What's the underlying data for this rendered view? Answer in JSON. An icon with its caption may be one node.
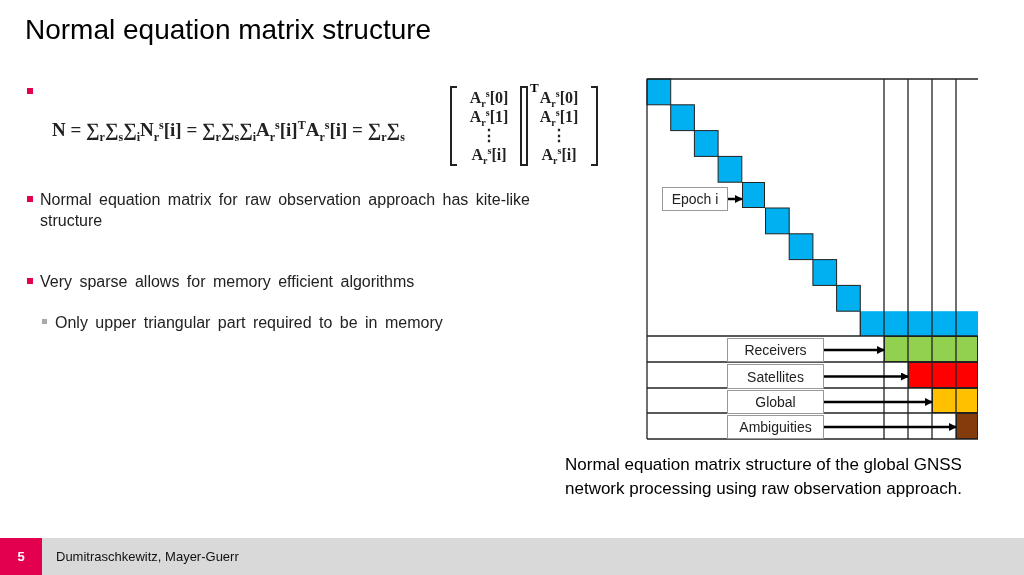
{
  "diagram": {
    "title": "Normal equation matrix structure",
    "caption": "Normal equation matrix structure of the global GNSS network processing using raw observation approach.",
    "nodes": [
      {
        "text": [
          "Epoch i"
        ]
      },
      {
        "text": [
          "Receivers"
        ]
      },
      {
        "text": [
          "Satellites"
        ]
      },
      {
        "text": [
          "Global"
        ]
      },
      {
        "text": [
          "Ambiguities"
        ]
      },
      {
        "text": [],
        "shape": "box"
      },
      {
        "text": [],
        "shape": "box"
      },
      {
        "text": [],
        "shape": "box"
      },
      {
        "text": [],
        "shape": "box"
      },
      {
        "text": [],
        "shape": "box"
      }
    ],
    "edges": [
      {
        "from": 0,
        "to": 5,
        "arrow": "to"
      },
      {
        "from": 1,
        "to": 6,
        "arrow": "to"
      },
      {
        "from": 2,
        "to": 7,
        "arrow": "to"
      },
      {
        "from": 3,
        "to": 8,
        "arrow": "to"
      },
      {
        "from": 4,
        "to": 9,
        "arrow": "to"
      }
    ],
    "labels": [
      "N = ∑$_{r}$∑$_{s}$∑$_{i}$N$_{r}$$^{s}$[i] = ∑$_{r}$∑$_{s}$∑$_{i}$A$_{r}$$^{s}$[i]$^{T}$A$_{r}$$^{s}$[i] = ∑$_{r}$∑$_{s}$",
      "A$_{r}$$^{s}$[0]",
      "A$_{r}$$^{s}$[1]",
      "⋮",
      "A$_{r}$$^{s}$[i]",
      "T",
      "A$_{r}$$^{s}$[0]",
      "A$_{r}$$^{s}$[1]",
      "⋮",
      "A$_{r}$$^{s}$[i]",
      "Normal equation matrix for raw observation approach has kite-like structure",
      "Very sparse allows for memory efficient algorithms",
      "Only upper triangular part required to be in memory",
      "5",
      "Dumitraschkewitz, Mayer-Guerr"
    ]
  }
}
